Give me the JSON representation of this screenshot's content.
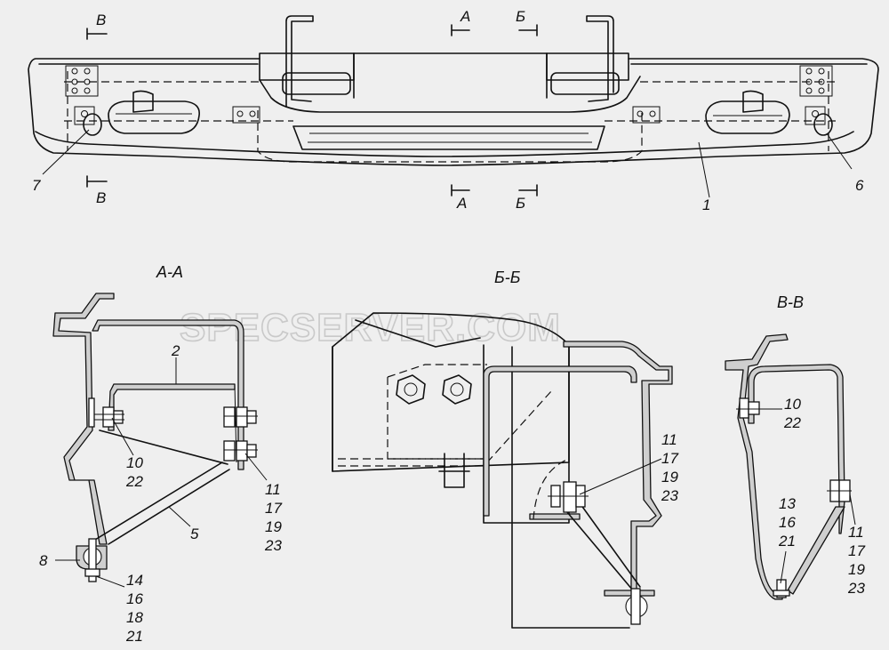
{
  "watermark": "SPECSERVER.COM",
  "section_titles": {
    "aa": "А-А",
    "bb": "Б-Б",
    "vv": "В-В"
  },
  "cut_letters": {
    "v": "В",
    "a": "А",
    "b": "Б"
  },
  "main_view_callouts": {
    "bumper": "1",
    "right_bracket": "6",
    "left_bracket": "7"
  },
  "section_aa_callouts": {
    "beam": "2",
    "brace": "5",
    "clamp": "8",
    "upper_bolt": [
      "10",
      "22"
    ],
    "side_bolt": [
      "11",
      "17",
      "19",
      "23"
    ],
    "lower_bolt": [
      "14",
      "16",
      "18",
      "21"
    ]
  },
  "section_bb_callouts": {
    "bolt": [
      "11",
      "17",
      "19",
      "23"
    ]
  },
  "section_vv_callouts": {
    "upper_bolt": [
      "10",
      "22"
    ],
    "lower_bolt": [
      "13",
      "16",
      "21"
    ],
    "side_bolt": [
      "11",
      "17",
      "19",
      "23"
    ]
  },
  "colors": {
    "background": "#efefef",
    "line": "#111111",
    "section_fill": "#cfcfcf",
    "watermark": "#c9c9c9"
  }
}
